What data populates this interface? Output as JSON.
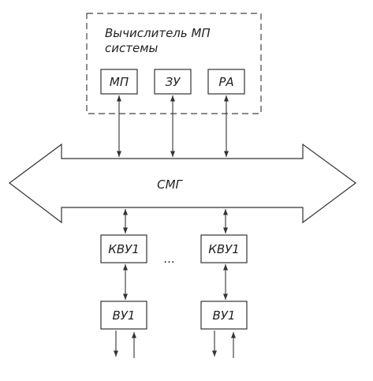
{
  "computer": {
    "title_line1": "Вычислитель МП",
    "title_line2": "системы"
  },
  "blocks": {
    "mp": "МП",
    "zu": "ЗУ",
    "ra": "РА",
    "bus": "СМГ",
    "kvu_left": "КВУ1",
    "kvu_right": "КВУ1",
    "vu_left": "ВУ1",
    "vu_right": "ВУ1",
    "ellipsis": "..."
  }
}
